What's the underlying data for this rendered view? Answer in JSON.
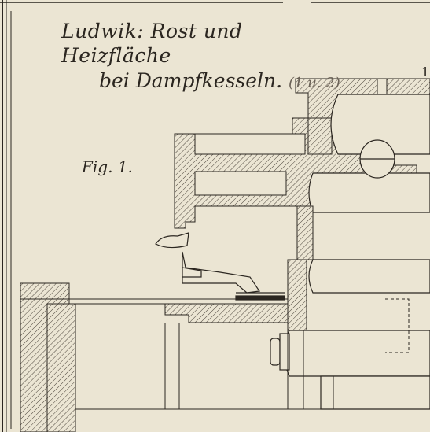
{
  "plate": {
    "title": "Ludwik: Rost und Heizfläche",
    "subtitle": "bei Dampfkesseln.",
    "subtitle_note": "(1 u. 2)",
    "figure_label": "Fig. 1.",
    "page_number": "1"
  }
}
